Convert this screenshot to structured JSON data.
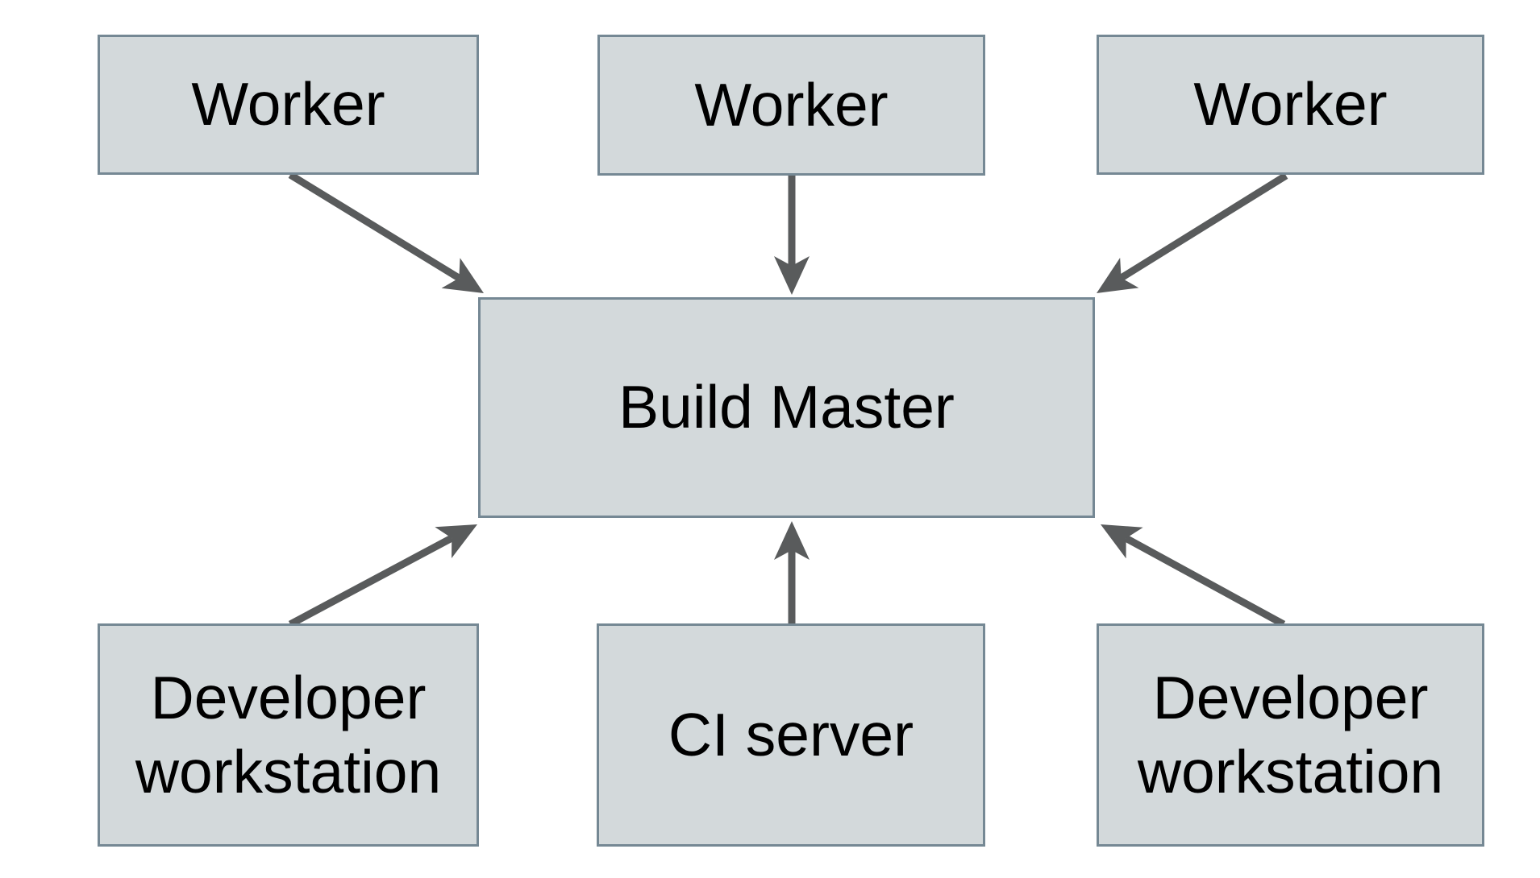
{
  "diagram": {
    "nodes": {
      "worker_1": {
        "label": "Worker"
      },
      "worker_2": {
        "label": "Worker"
      },
      "worker_3": {
        "label": "Worker"
      },
      "build_master": {
        "label": "Build Master"
      },
      "dev_left": {
        "label": "Developer workstation"
      },
      "ci_server": {
        "label": "CI server"
      },
      "dev_right": {
        "label": "Developer workstation"
      }
    },
    "connections": [
      {
        "from": "worker_1",
        "to": "build_master"
      },
      {
        "from": "worker_2",
        "to": "build_master"
      },
      {
        "from": "worker_3",
        "to": "build_master"
      },
      {
        "from": "dev_left",
        "to": "build_master"
      },
      {
        "from": "ci_server",
        "to": "build_master"
      },
      {
        "from": "dev_right",
        "to": "build_master"
      }
    ],
    "colors": {
      "background": "#ffffff",
      "node_fill": "#d3d9db",
      "node_border": "#758894",
      "arrow": "#595b5c",
      "text": "#000000"
    }
  }
}
